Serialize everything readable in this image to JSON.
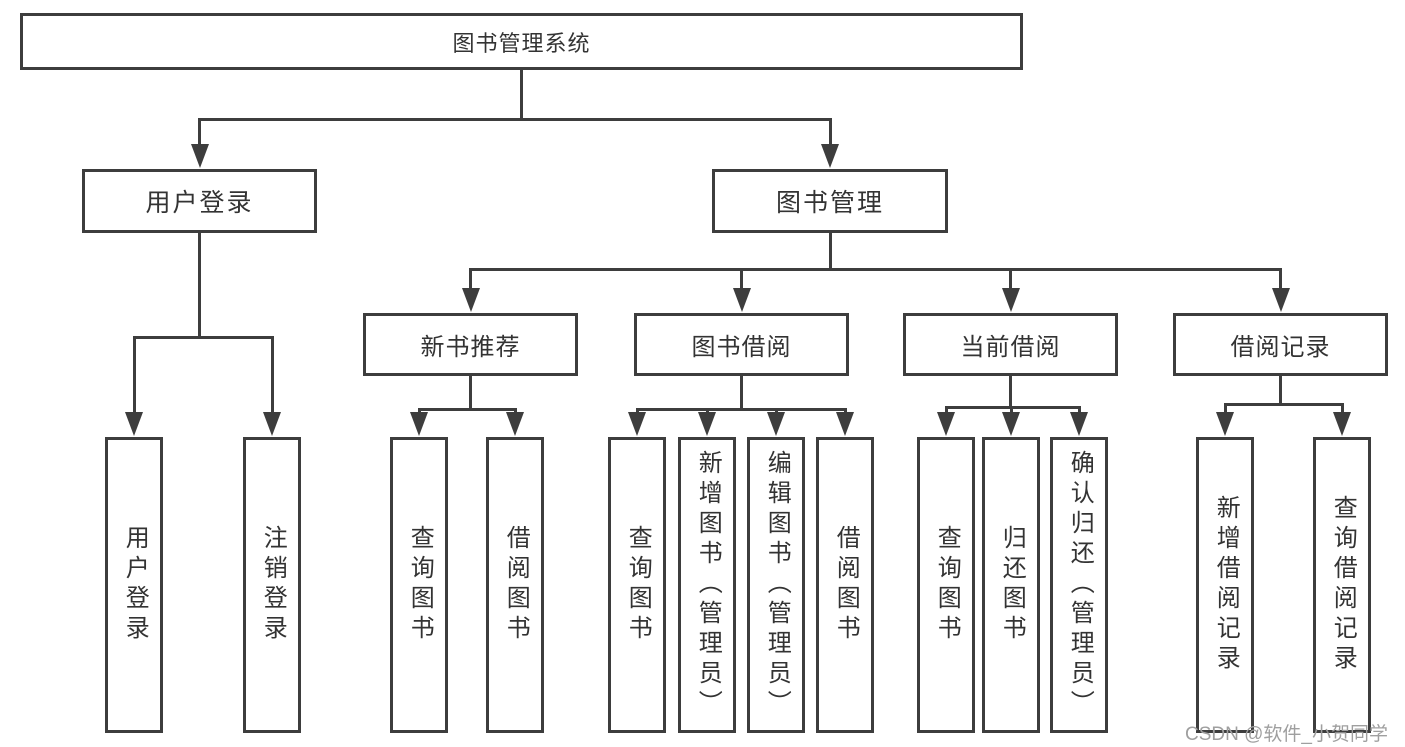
{
  "tree": {
    "root": {
      "label": "图书管理系统"
    },
    "branches": [
      {
        "label": "用户登录",
        "children": [
          {
            "label": "用户登录"
          },
          {
            "label": "注销登录"
          }
        ]
      },
      {
        "label": "图书管理",
        "children": [
          {
            "label": "新书推荐",
            "children": [
              {
                "label": "查询图书"
              },
              {
                "label": "借阅图书"
              }
            ]
          },
          {
            "label": "图书借阅",
            "children": [
              {
                "label": "查询图书"
              },
              {
                "label": "新增图书（管理员）"
              },
              {
                "label": "编辑图书（管理员）"
              },
              {
                "label": "借阅图书"
              }
            ]
          },
          {
            "label": "当前借阅",
            "children": [
              {
                "label": "查询图书"
              },
              {
                "label": "归还图书"
              },
              {
                "label": "确认归还（管理员）"
              }
            ]
          },
          {
            "label": "借阅记录",
            "children": [
              {
                "label": "新增借阅记录"
              },
              {
                "label": "查询借阅记录"
              }
            ]
          }
        ]
      }
    ]
  },
  "watermark": "CSDN @软件_小贺同学",
  "colors": {
    "line": "#3d3d3d",
    "text": "#333333",
    "watermark": "#9f9f9f",
    "background": "#ffffff"
  }
}
